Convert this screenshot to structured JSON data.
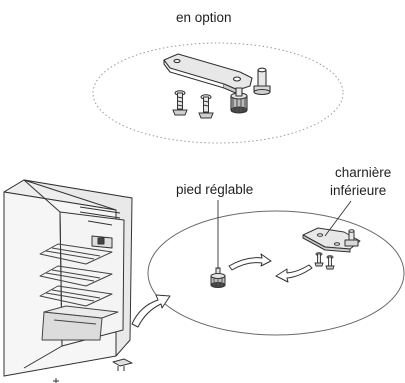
{
  "labels": {
    "optional": "en option",
    "adjustable_foot": "pied réglable",
    "lower_hinge_line1": "charnière",
    "lower_hinge_line2": "inférieure"
  },
  "colors": {
    "line": "#333333",
    "dotted": "#9a9a9a",
    "fill_light": "#e4e4e4",
    "fill_mid": "#bdbdbd",
    "fill_dark": "#444444",
    "background": "#ffffff"
  },
  "icons": [
    "hinge-bracket-icon",
    "screw-icon",
    "adjustable-foot-icon",
    "fridge-icon",
    "rotate-arrow-icon"
  ]
}
